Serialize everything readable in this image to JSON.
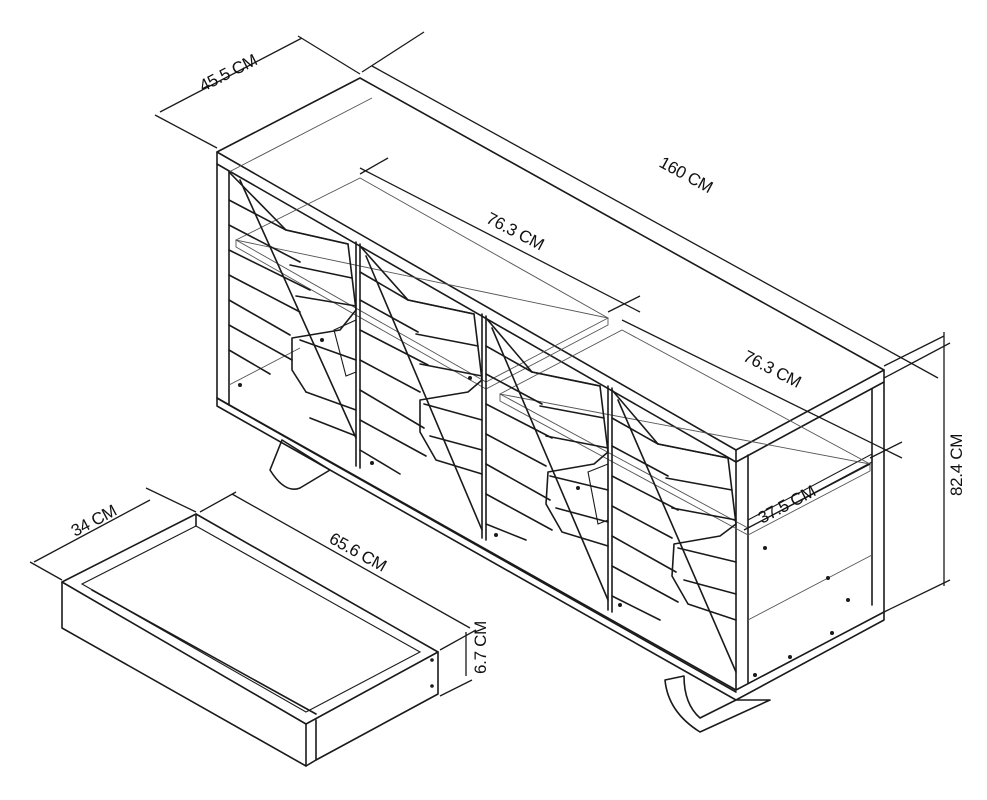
{
  "dimensions": {
    "depth": "45.5 CM",
    "width": "160 CM",
    "shelf_width_left": "76.3 CM",
    "shelf_width_right": "76.3 CM",
    "shelf_depth": "37.5 CM",
    "height": "82.4 CM",
    "drawer_depth": "34 CM",
    "drawer_width": "65.6 CM",
    "drawer_height": "6.7 CM"
  },
  "colors": {
    "line": "#1a1a1a",
    "background": "#ffffff"
  }
}
